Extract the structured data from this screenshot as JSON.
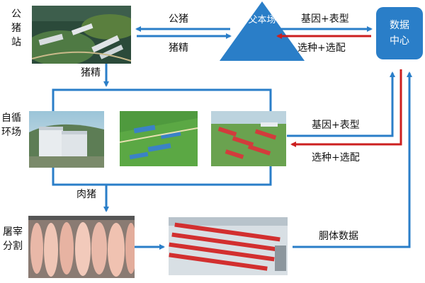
{
  "nodes": {
    "boar_station": {
      "label": "公猪站"
    },
    "core_farm": {
      "label": "父本场"
    },
    "data_center": {
      "label": "数据中心"
    },
    "breeding_farm": {
      "label": "自循环场"
    },
    "slaughter": {
      "label": "屠宰分割"
    }
  },
  "edges": {
    "boar": "公猪",
    "semen_top": "猪精",
    "semen_down": "猪精",
    "gene_top": "基因+表型",
    "select_top": "选种+选配",
    "gene_mid": "基因+表型",
    "select_mid": "选种+选配",
    "market_pig": "肉猪",
    "carcass": "胴体数据"
  },
  "colors": {
    "blue": "#2a7ec8",
    "red": "#cc1f1f",
    "box_blue": "#2a7ec8"
  }
}
